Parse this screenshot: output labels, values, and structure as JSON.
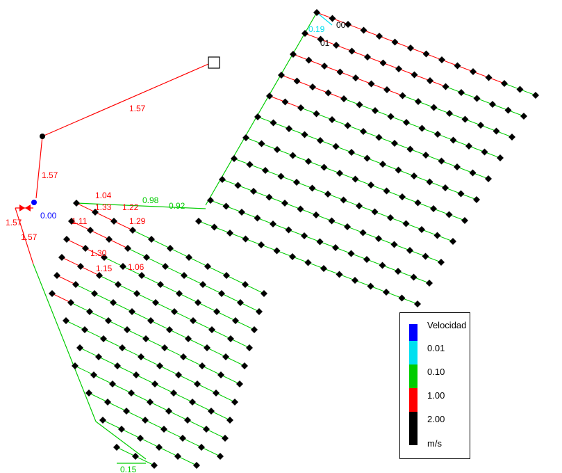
{
  "legend": {
    "title": "Velocidad",
    "unit": "m/s",
    "thresholds": [
      "0.01",
      "0.10",
      "1.00",
      "2.00"
    ],
    "colors": {
      "very_low": "#0000ff",
      "low": "#00e0f0",
      "mid": "#00cc00",
      "high": "#ff0000",
      "top": "#000000"
    }
  },
  "labels": {
    "main_pipe": "1.57",
    "riser": "1.57",
    "left_a": "1.57",
    "left_b": "1.57",
    "valve": "0.00",
    "top_a": "1.04",
    "top_b": "1.33",
    "top_c": "1.22",
    "top_d": "0.98",
    "top_e": "0.92",
    "mid_a": "1.11",
    "mid_b": "1.29",
    "mid_c": "1.30",
    "mid_d": "1.15",
    "mid_e": "1.06",
    "bottom": "0.15",
    "peak_a": "0.19",
    "peak_b": "00",
    "peak_c": "01"
  }
}
